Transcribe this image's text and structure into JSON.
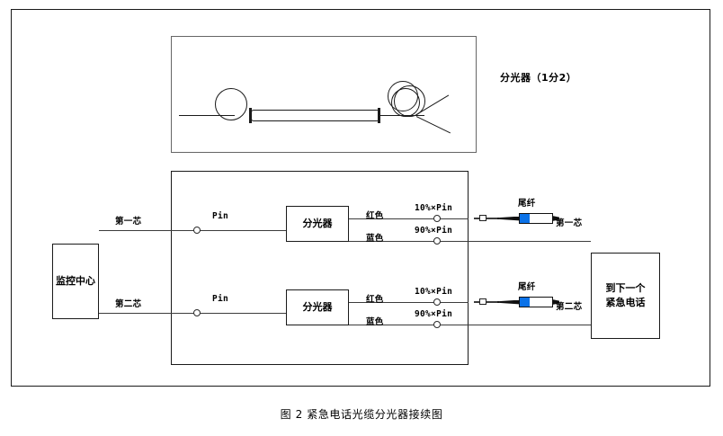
{
  "figure": {
    "caption": "图 2  紧急电话光缆分光器接续图"
  },
  "illustration": {
    "label": "分光器（1分2）"
  },
  "blocks": {
    "monitoring_center": "监控中心",
    "splitter_1": "分光器",
    "splitter_2": "分光器",
    "destination": "到下一个\n紧急电话"
  },
  "rows": [
    {
      "core_label_left": "第一芯",
      "pin_label": "Pin",
      "red_label": "红色",
      "red_value": "10%×Pin",
      "blue_label": "蓝色",
      "blue_value": "90%×Pin",
      "pigtail_label": "尾纤",
      "core_label_right": "第一芯"
    },
    {
      "core_label_left": "第二芯",
      "pin_label": "Pin",
      "red_label": "红色",
      "red_value": "10%×Pin",
      "blue_label": "蓝色",
      "blue_value": "90%×Pin",
      "pigtail_label": "尾纤",
      "core_label_right": "第二芯"
    }
  ],
  "colors": {
    "line": "#3c3c3c",
    "border": "#1a1a1a",
    "connector_blue": "#0b72e8",
    "panel_border": "#666666",
    "background": "#ffffff"
  }
}
